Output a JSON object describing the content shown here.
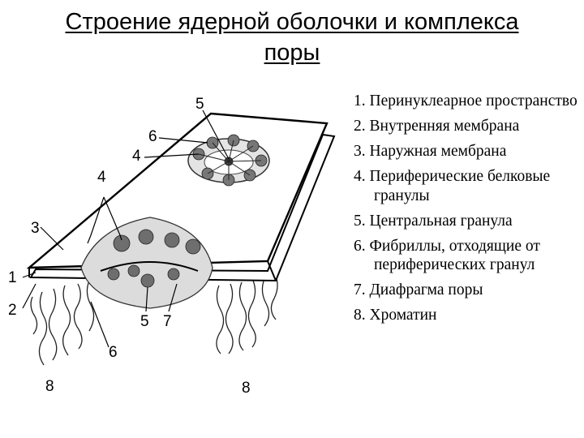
{
  "title": "Строение ядерной оболочки и комплекса поры",
  "labels": [
    "5",
    "6",
    "4",
    "4",
    "3",
    "1",
    "2",
    "5",
    "7",
    "6",
    "8",
    "8"
  ],
  "legend": [
    "1. Перинуклеарное пространство",
    "2. Внутренняя мембрана",
    "3. Наружная мембрана",
    "4. Периферические белковые гранулы",
    "5. Центральная гранула",
    "6. Фибриллы, отходящие от периферических гранул",
    "7. Диафрагма поры",
    "8. Хроматин"
  ]
}
